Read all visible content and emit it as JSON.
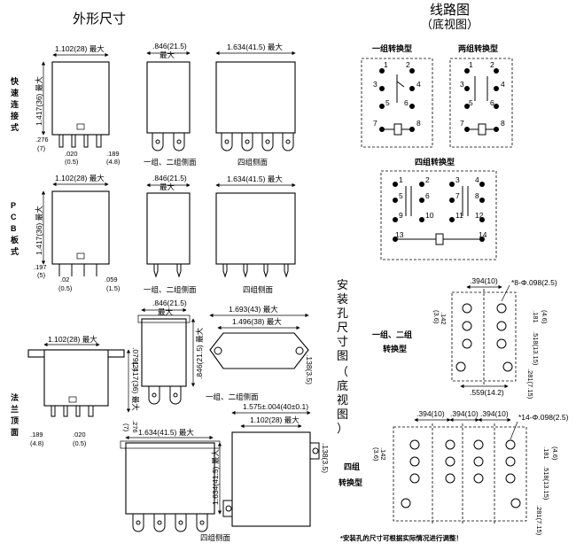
{
  "titles": {
    "outline": "外形尺寸",
    "circuit_line1": "线路图",
    "circuit_line2": "（底视图）",
    "mount_vertical": [
      "安",
      "装",
      "孔",
      "尺",
      "寸",
      "图",
      "（",
      "底",
      "视",
      "图",
      "）"
    ]
  },
  "side_labels": {
    "quick": [
      "快",
      "速",
      "连",
      "接",
      "式"
    ],
    "pcb": [
      "P",
      "C",
      "B",
      "板",
      "式"
    ],
    "flange": [
      "法",
      "兰",
      "顶",
      "面"
    ]
  },
  "row1": {
    "width": "1.102(28) 最大",
    "height": "1.417(36) 最大",
    "side_w": ".846(21.5)",
    "max": "最大",
    "four_w": "1.634(41.5) 最大",
    "d276": ".276",
    "d7": "(7)",
    "d020": ".020",
    "d05": "(0.5)",
    "d189": ".189",
    "d48": "(4.8)",
    "cap_side12": "一组、二组侧面",
    "cap_side4": "四组侧面"
  },
  "row2": {
    "width": "1.102(28) 最大",
    "height": "1.417(36) 最大",
    "side_w": ".846(21.5)",
    "max": "最大",
    "four_w": "1.634(41.5) 最大",
    "d197": ".197",
    "d5": "(5)",
    "d02": ".02",
    "d05": "(0.5)",
    "d059": ".059",
    "d15": "(1.5)",
    "cap_side12": "一组、二组侧面",
    "cap_side4": "四组侧面"
  },
  "row3": {
    "width": "1.102(28) 最大",
    "height": "1.417(36) 最大",
    "d079": ".079(2)",
    "d276": ".276",
    "d7": "(7)",
    "d189": ".189",
    "d48": "(4.8)",
    "d020": ".020",
    "d05": "(0.5)",
    "side_w": ".846(21.5)",
    "max": "最大",
    "side_h": ".846(21.5) 最大",
    "top_w1": "1.693(43) 最大",
    "top_w2": "1.496(38) 最大",
    "d138": ".138(3.5)",
    "cap_side12": "一组、二组侧面",
    "four_w": "1.634(41.5) 最大",
    "four_h": "1.634(41.5) 最大",
    "flange_pitch": "1.575±.004(40±0.1)",
    "flange_w": "1.102(28) 最大",
    "d138b": ".138(3.5)",
    "cap_side4": "四组侧面"
  },
  "circuit": {
    "one_group": "一组转换型",
    "two_group": "两组转换型",
    "four_group": "四组转换型",
    "p1": [
      "1",
      "2",
      "3",
      "4",
      "5",
      "6",
      "7",
      "8"
    ],
    "p2": [
      "1",
      "2",
      "3",
      "4",
      "5",
      "6",
      "7",
      "8"
    ],
    "p4": [
      "1",
      "2",
      "3",
      "4",
      "5",
      "6",
      "7",
      "8",
      "9",
      "10",
      "11",
      "12",
      "13",
      "14"
    ]
  },
  "mount12": {
    "label1": "一组、二组",
    "label2": "转换型",
    "d394": ".394(10)",
    "holes": "*8-Φ.098(2.5)",
    "d142": ".142",
    "d36": "(3.6)",
    "d181": ".181",
    "d46": "(4.6)",
    "d518": ".518(13.15)",
    "d281": ".281(7.15)",
    "d559": ".559(14.2)"
  },
  "mount4": {
    "label1": "四组",
    "label2": "转换型",
    "d394a": ".394(10)",
    "d394b": ".394(10)",
    "d394c": ".394(10)",
    "holes": "*14-Φ.098(2.5)",
    "d142": ".142",
    "d36": "(3.6)",
    "d181": ".181",
    "d46": "(4.6)",
    "d518": ".518(13.15)",
    "d281": ".281(7.15)"
  },
  "footnote": "*安装孔的尺寸可根据实际情况进行调整！"
}
